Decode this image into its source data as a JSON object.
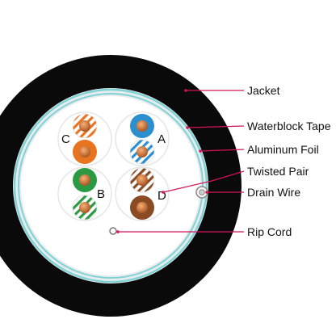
{
  "colors": {
    "jacket": "#0a0a0a",
    "foil": "#7fd3d6",
    "tape": "#e9ecec",
    "leader": "#d4145a",
    "blue": "#2b8fd0",
    "orange": "#e8741f",
    "green": "#2a9a43",
    "brown": "#8a4a24"
  },
  "labels": {
    "jacket": "Jacket",
    "waterblock_tape": "Waterblock Tape",
    "aluminum_foil": "Aluminum Foil",
    "twisted_pair": "Twisted Pair",
    "drain_wire": "Drain Wire",
    "rip_cord": "Rip Cord"
  },
  "pairs": {
    "a": "A",
    "b": "B",
    "c": "C",
    "d": "D"
  }
}
